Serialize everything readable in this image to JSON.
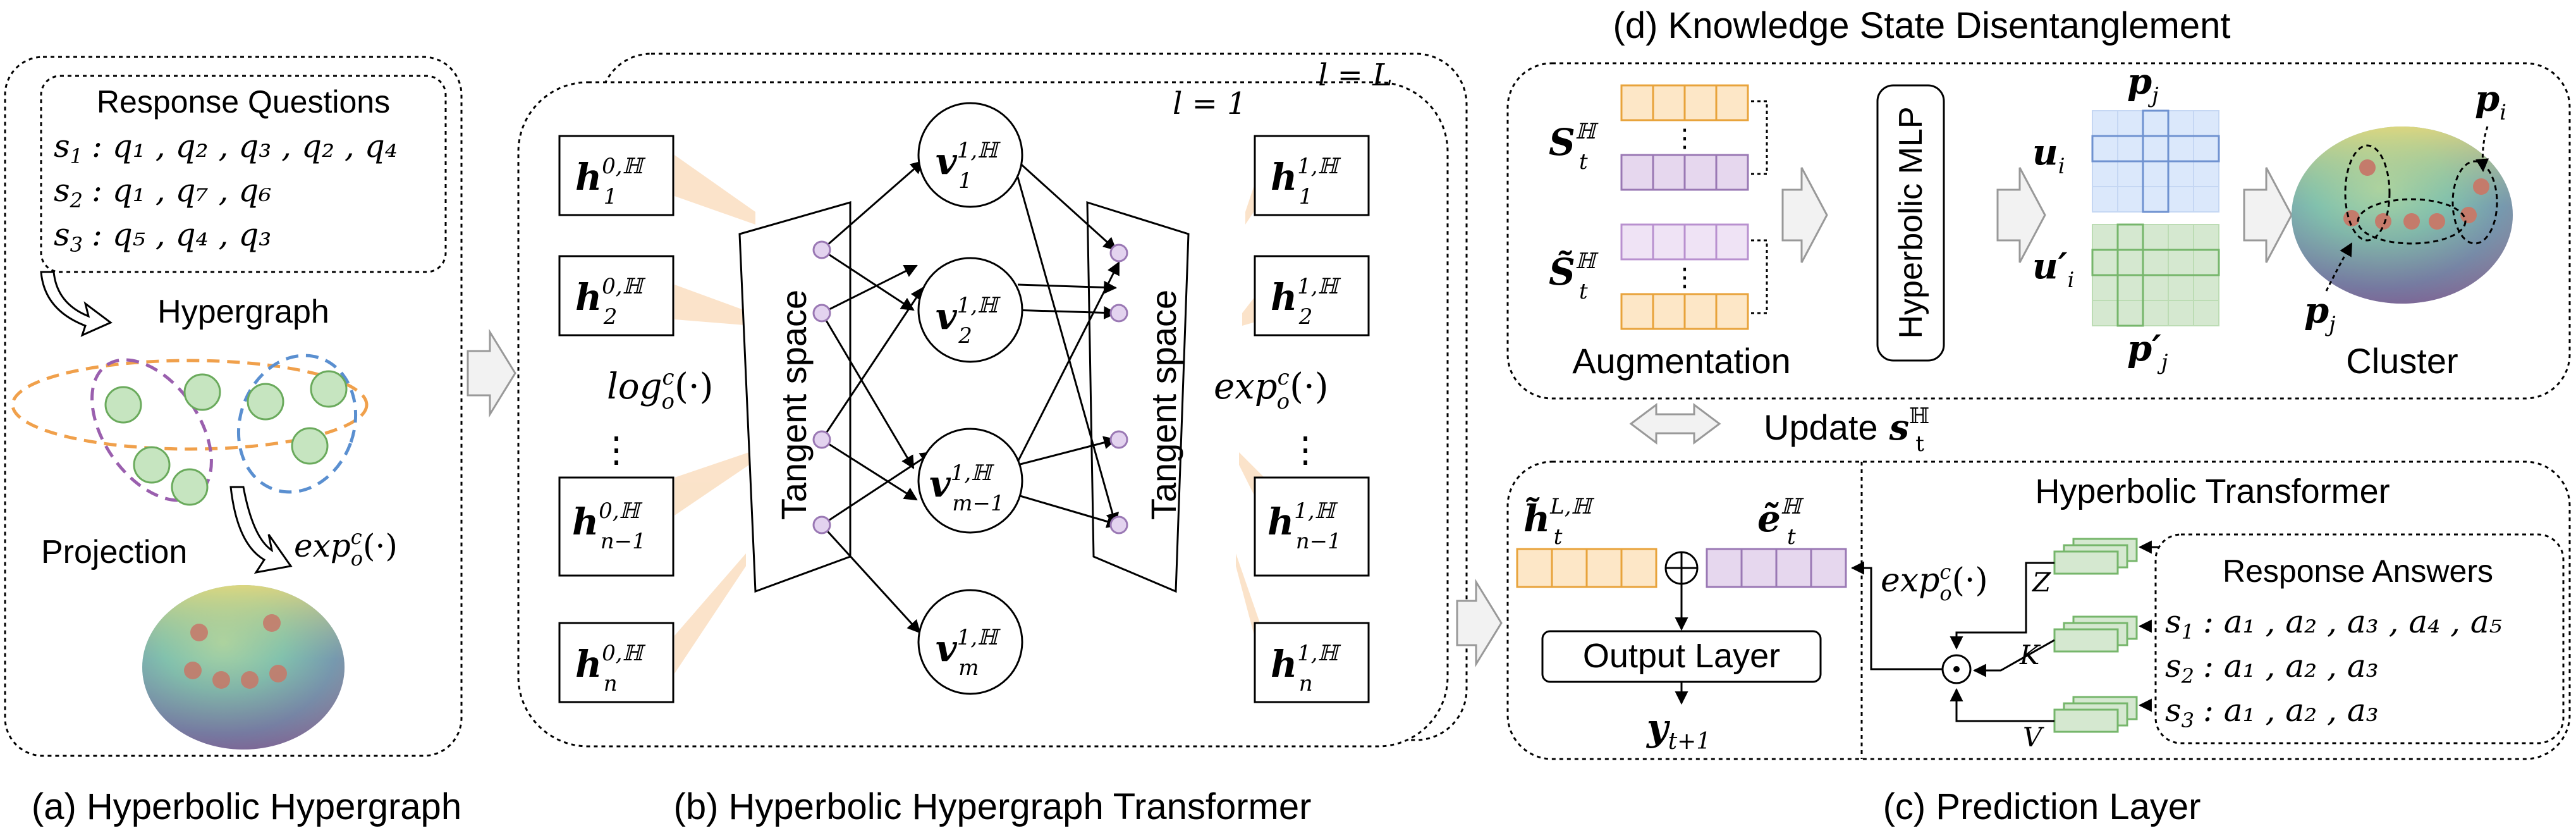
{
  "captions": {
    "a": "(a) Hyperbolic Hypergraph",
    "b": "(b) Hyperbolic Hypergraph Transformer",
    "c": "(c) Prediction Layer",
    "d": "(d) Knowledge State Disentanglement"
  },
  "panel_a": {
    "response_questions_title": "Response Questions",
    "sequences": [
      {
        "s": "s",
        "sub": "1",
        "rhs": ": q₁ , q₂ , q₃ , q₂ , q₄"
      },
      {
        "s": "s",
        "sub": "2",
        "rhs": ": q₁ , q₇ , q₆"
      },
      {
        "s": "s",
        "sub": "3",
        "rhs": ": q₅ , q₄ , q₃"
      }
    ],
    "hypergraph_label": "Hypergraph",
    "projection_label": "Projection",
    "exp_label": "exp",
    "exp_sup": "c",
    "exp_sub": "o",
    "exp_arg": "(·)"
  },
  "panel_b": {
    "layer_L": "l = L",
    "layer_1": "l = 1",
    "tangent_left": "Tangent space",
    "tangent_right": "Tangent space",
    "log_label": "log",
    "log_sup": "c",
    "log_sub": "o",
    "log_arg": "(·)",
    "exp_label": "exp",
    "exp_sup": "c",
    "exp_sub": "o",
    "exp_arg": "(·)",
    "left_h": [
      {
        "base": "h",
        "sup": "0,ℍ",
        "sub": "1"
      },
      {
        "base": "h",
        "sup": "0,ℍ",
        "sub": "2"
      },
      {
        "base": "h",
        "sup": "0,ℍ",
        "sub": "n−1"
      },
      {
        "base": "h",
        "sup": "0,ℍ",
        "sub": "n"
      }
    ],
    "right_h": [
      {
        "base": "h",
        "sup": "1,ℍ",
        "sub": "1"
      },
      {
        "base": "h",
        "sup": "1,ℍ",
        "sub": "2"
      },
      {
        "base": "h",
        "sup": "1,ℍ",
        "sub": "n−1"
      },
      {
        "base": "h",
        "sup": "1,ℍ",
        "sub": "n"
      }
    ],
    "v_nodes": [
      {
        "base": "v",
        "sup": "1,ℍ",
        "sub": "1"
      },
      {
        "base": "v",
        "sup": "1,ℍ",
        "sub": "2"
      },
      {
        "base": "v",
        "sup": "1,ℍ",
        "sub": "m−1"
      },
      {
        "base": "v",
        "sup": "1,ℍ",
        "sub": "m"
      }
    ],
    "ellipsis": "⋮"
  },
  "panel_c": {
    "h_tilde": {
      "base": "h̃",
      "sup": "L,ℍ",
      "sub": "t"
    },
    "e_tilde": {
      "base": "ẽ",
      "sup": "ℍ",
      "sub": "t"
    },
    "output_layer": "Output Layer",
    "y_label": {
      "base": "y",
      "sub": "t+1"
    },
    "hyperbolic_transformer": "Hyperbolic Transformer",
    "exp_label": "exp",
    "exp_sup": "c",
    "exp_sub": "o",
    "exp_arg": "(·)",
    "z_label": "Z",
    "k_label": "K",
    "v_label": "V",
    "response_answers_title": "Response Answers",
    "answers": [
      {
        "s": "s",
        "sub": "1",
        "rhs": ": a₁ , a₂ , a₃ , a₄ , a₅"
      },
      {
        "s": "s",
        "sub": "2",
        "rhs": ": a₁ , a₂ , a₃"
      },
      {
        "s": "s",
        "sub": "3",
        "rhs": ": a₁ , a₂ , a₃"
      }
    ]
  },
  "panel_d": {
    "s_label": {
      "base": "S",
      "sup": "ℍ",
      "sub": "t"
    },
    "s_tilde_label": {
      "base": "S̃",
      "sup": "ℍ",
      "sub": "t"
    },
    "augmentation": "Augmentation",
    "hyperbolic_mlp": "Hyperbolic MLP",
    "p_j_top": {
      "base": "p",
      "sub": "j"
    },
    "u_i": {
      "base": "u",
      "sub": "i"
    },
    "u_i_prime": {
      "base": "u′",
      "sub": "i"
    },
    "p_j_prime": {
      "base": "p′",
      "sub": "j"
    },
    "p_i": {
      "base": "p",
      "sub": "i"
    },
    "p_j_cluster": {
      "base": "p",
      "sub": "j"
    },
    "cluster": "Cluster",
    "ellipsis": "⋮"
  },
  "update": {
    "text": "Update",
    "base": "s",
    "sup": "ℍ",
    "sub": "t"
  },
  "colors": {
    "orange_fill": "#fde7c7",
    "orange_stroke": "#e8a33b",
    "purple_fill": "#e6d7ee",
    "purple_stroke": "#9a78b4",
    "green_fill": "#d5e8d0",
    "green_stroke": "#76b66b",
    "blue_fill": "#dbe8fb",
    "blue_stroke": "#6f92d0",
    "node_green": "#c6e5c0",
    "arrow_gray": "#f2f2f2",
    "orange_edge": "#f9dab8",
    "small_node": "#e3d3ef"
  }
}
